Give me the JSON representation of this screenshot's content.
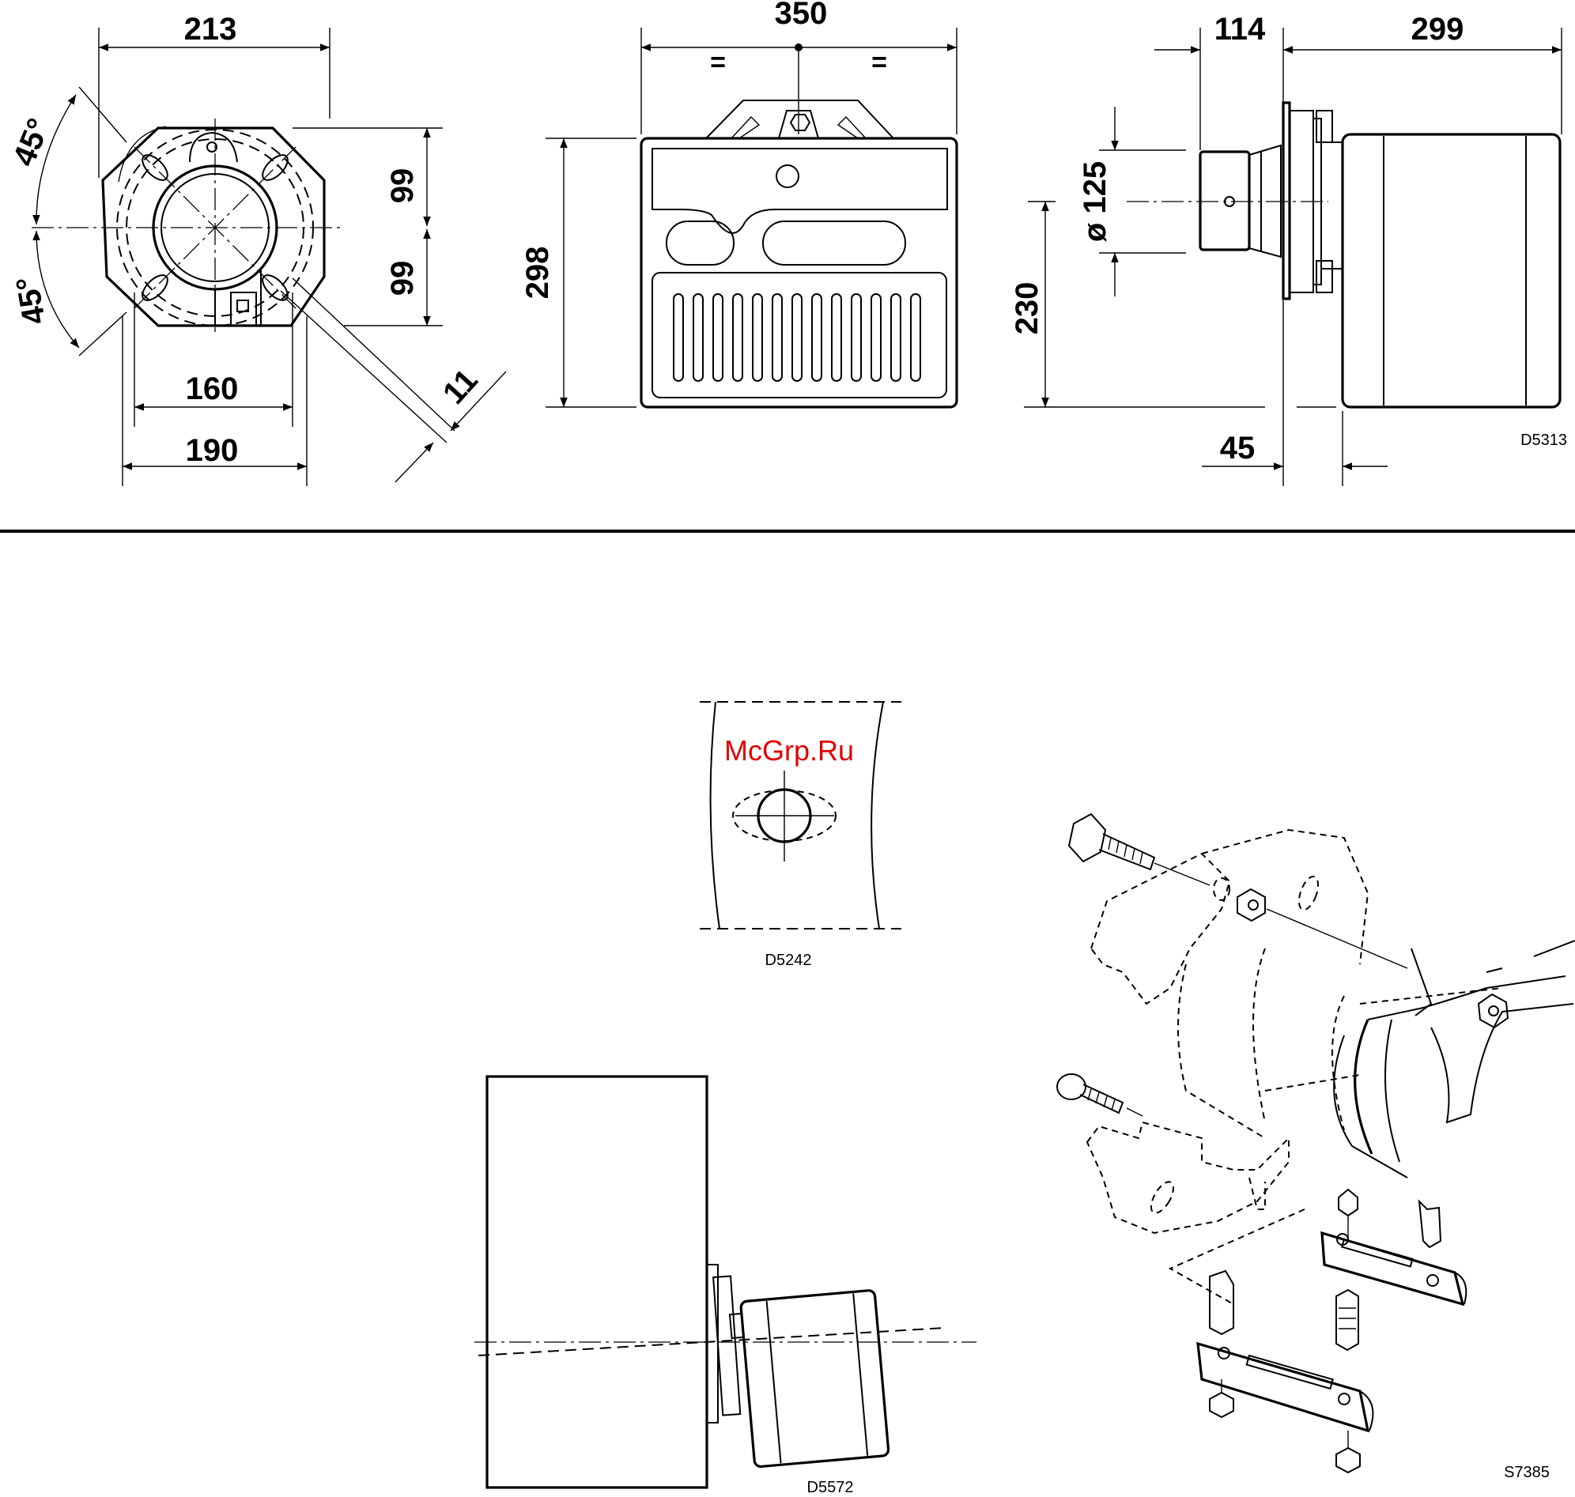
{
  "watermark": "McGrp.Ru",
  "colors": {
    "line": "#000000",
    "watermark": "#e00000",
    "background": "#ffffff"
  },
  "front_view": {
    "dim_width_top": "213",
    "dim_angle_upper": "45°",
    "dim_angle_lower": "45°",
    "dim_upper_half": "99",
    "dim_lower_half": "99",
    "dim_160": "160",
    "dim_190": "190",
    "dim_11": "11"
  },
  "top_view": {
    "dim_width": "350",
    "eq_left": "=",
    "eq_right": "=",
    "dim_height": "298"
  },
  "side_view": {
    "dim_114": "114",
    "dim_299": "299",
    "dim_diameter": "ø 125",
    "dim_230": "230",
    "dim_45": "45",
    "drawing_code": "D5313"
  },
  "detail_hole": {
    "drawing_code": "D5242"
  },
  "detail_tilt": {
    "drawing_code": "D5572"
  },
  "detail_exploded": {
    "drawing_code": "S7385"
  }
}
